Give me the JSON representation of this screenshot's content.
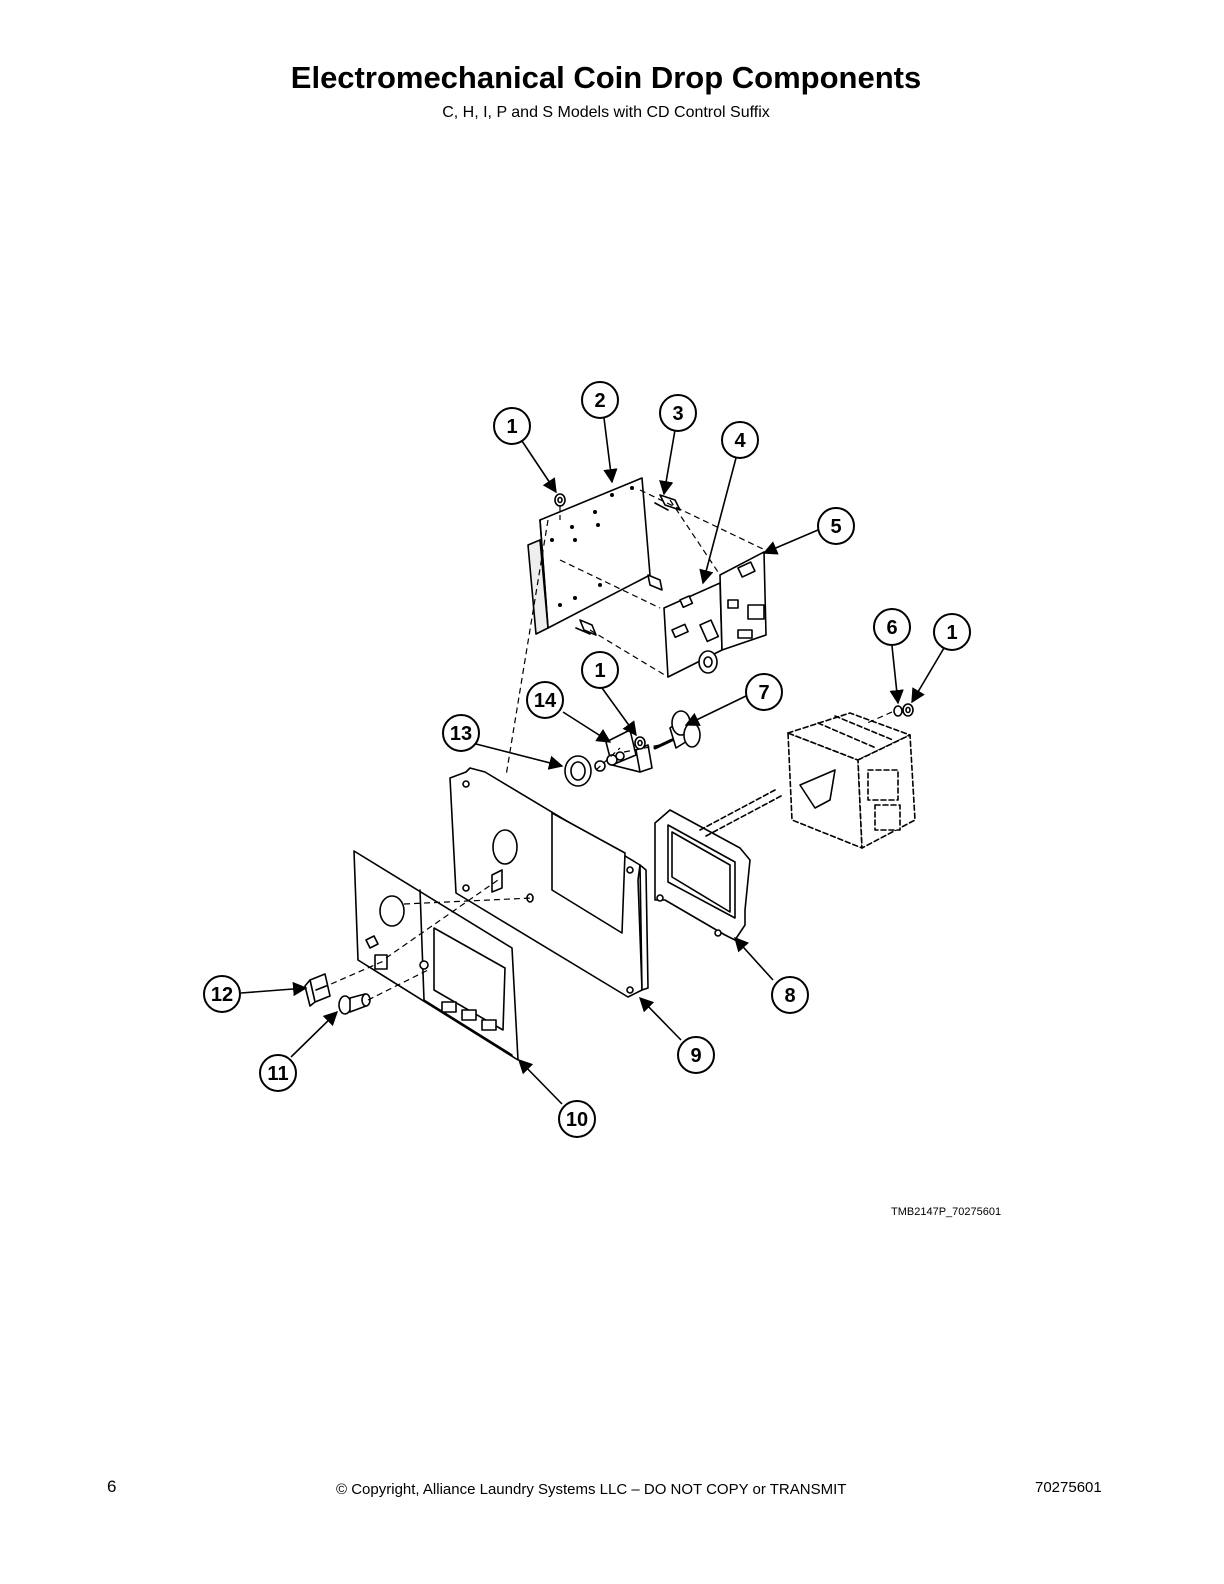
{
  "page": {
    "title": "Electromechanical Coin Drop Components",
    "subtitle": "C, H, I, P and S Models with CD Control Suffix",
    "figure_code": "TMB2147P_70275601",
    "page_number": "6",
    "copyright": "© Copyright, Alliance Laundry Systems LLC – DO NOT COPY or TRANSMIT",
    "document_number": "70275601"
  },
  "callouts": [
    {
      "id": "c1a",
      "label": "1"
    },
    {
      "id": "c2",
      "label": "2"
    },
    {
      "id": "c3",
      "label": "3"
    },
    {
      "id": "c4",
      "label": "4"
    },
    {
      "id": "c5",
      "label": "5"
    },
    {
      "id": "c6",
      "label": "6"
    },
    {
      "id": "c1b",
      "label": "1"
    },
    {
      "id": "c1c",
      "label": "1"
    },
    {
      "id": "c7",
      "label": "7"
    },
    {
      "id": "c14",
      "label": "14"
    },
    {
      "id": "c13",
      "label": "13"
    },
    {
      "id": "c12",
      "label": "12"
    },
    {
      "id": "c8",
      "label": "8"
    },
    {
      "id": "c9",
      "label": "9"
    },
    {
      "id": "c11",
      "label": "11"
    },
    {
      "id": "c10",
      "label": "10"
    }
  ],
  "colors": {
    "line": "#000000",
    "paper": "#ffffff"
  }
}
